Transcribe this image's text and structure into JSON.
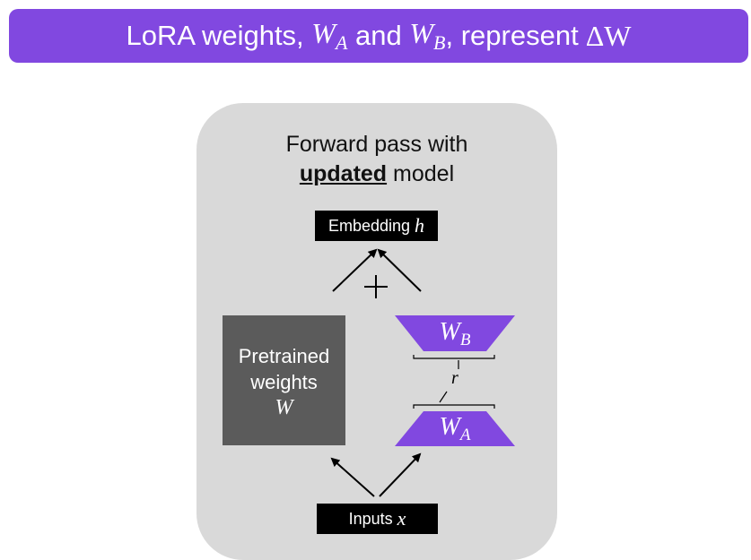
{
  "banner": {
    "text_1": "LoRA weights,",
    "w": "W",
    "sub_a": "A",
    "text_2": "and",
    "sub_b": "B",
    "text_3": ", represent",
    "delta": "ΔW"
  },
  "panel": {
    "title_line1": "Forward pass with",
    "title_bold": "updated",
    "title_rest": "model"
  },
  "embedding": {
    "label": "Embedding",
    "var": "h"
  },
  "plus": "+",
  "pretrained": {
    "line1": "Pretrained",
    "line2": "weights",
    "var": "W"
  },
  "lora": {
    "wb": {
      "main": "W",
      "sub": "B"
    },
    "wa": {
      "main": "W",
      "sub": "A"
    },
    "rank": "r"
  },
  "inputs": {
    "label": "Inputs",
    "var": "x"
  },
  "colors": {
    "accent": "#8148e0",
    "panel": "#d9d9d9",
    "pretrained": "#5b5b5b",
    "box": "#000000"
  }
}
